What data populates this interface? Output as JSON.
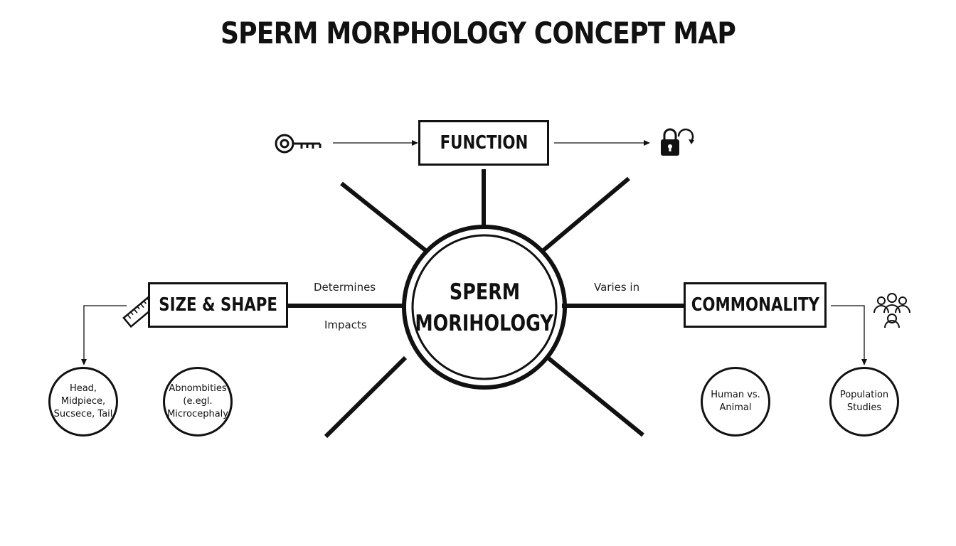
{
  "title": "SPERM MORPHOLOGY CONCEPT MAP",
  "center": {
    "line1": "SPERM",
    "line2": "MORIHOLOGY"
  },
  "nodes": {
    "function": "FUNCTION",
    "size_shape": "SIZE & SHAPE",
    "commonality": "COMMONALITY"
  },
  "relations": {
    "determines": "Determines",
    "impacts": "Impacts",
    "varies_in": "Varies in"
  },
  "leaves": [
    {
      "text": "Head, Midpiece, Sucsece, Tail"
    },
    {
      "text": "Abnombities (e.egl. Microcephaly"
    },
    {
      "text": "Human vs. Animal"
    },
    {
      "text": "Population Studies"
    }
  ],
  "icons": [
    "key-icon",
    "unlock-icon",
    "ruler-icon",
    "people-group-icon"
  ],
  "colors": {
    "ink": "#111111",
    "background": "#ffffff"
  }
}
